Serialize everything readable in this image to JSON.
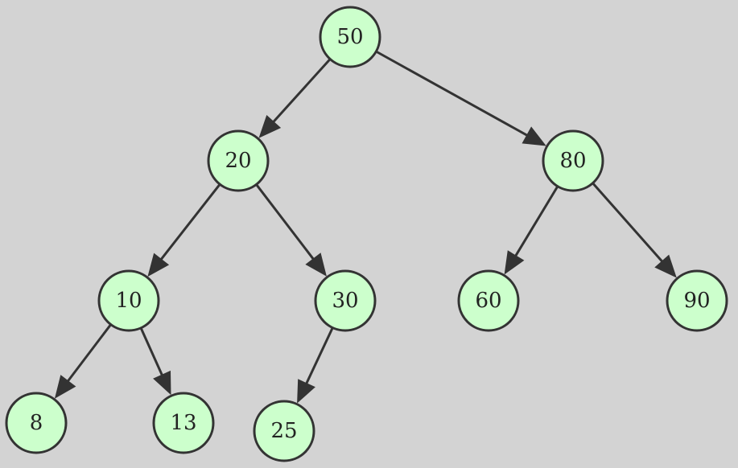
{
  "diagram": {
    "type": "binary-tree",
    "colors": {
      "background": "#d3d3d3",
      "node_fill": "#ccffcc",
      "node_stroke": "#333333",
      "edge": "#333333"
    },
    "nodes": [
      {
        "id": "n50",
        "label": "50"
      },
      {
        "id": "n20",
        "label": "20"
      },
      {
        "id": "n80",
        "label": "80"
      },
      {
        "id": "n10",
        "label": "10"
      },
      {
        "id": "n30",
        "label": "30"
      },
      {
        "id": "n60",
        "label": "60"
      },
      {
        "id": "n90",
        "label": "90"
      },
      {
        "id": "n8",
        "label": "8"
      },
      {
        "id": "n13",
        "label": "13"
      },
      {
        "id": "n25",
        "label": "25"
      }
    ],
    "edges": [
      {
        "from": "n50",
        "to": "n20"
      },
      {
        "from": "n50",
        "to": "n80"
      },
      {
        "from": "n20",
        "to": "n10"
      },
      {
        "from": "n20",
        "to": "n30"
      },
      {
        "from": "n80",
        "to": "n60"
      },
      {
        "from": "n80",
        "to": "n90"
      },
      {
        "from": "n10",
        "to": "n8"
      },
      {
        "from": "n10",
        "to": "n13"
      },
      {
        "from": "n30",
        "to": "n25"
      }
    ]
  }
}
